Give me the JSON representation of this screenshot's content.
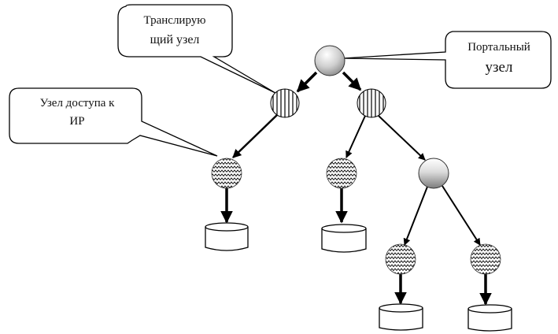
{
  "callouts": {
    "translating": {
      "line1": "Транслирую",
      "line2": "щий узел"
    },
    "portal": {
      "line1": "Портальный",
      "line2": "узел"
    },
    "access": {
      "line1": "Узел доступа к",
      "line2": "ИР"
    }
  },
  "nodes": [
    {
      "id": "portal",
      "type": "portal"
    },
    {
      "id": "translating-left",
      "type": "translating"
    },
    {
      "id": "translating-right",
      "type": "translating"
    },
    {
      "id": "access-1",
      "type": "access"
    },
    {
      "id": "access-2",
      "type": "access"
    },
    {
      "id": "portal-inner",
      "type": "portal"
    },
    {
      "id": "access-3",
      "type": "access"
    },
    {
      "id": "access-4",
      "type": "access"
    }
  ],
  "resources": [
    "db-1",
    "db-2",
    "db-3",
    "db-4"
  ]
}
